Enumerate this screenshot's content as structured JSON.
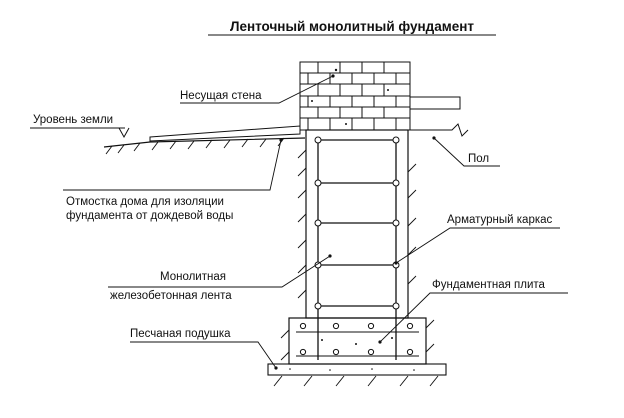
{
  "title": "Ленточный монолитный фундамент",
  "labels": {
    "bearing_wall": "Несущая стена",
    "ground_level": "Уровень земли",
    "blind_area_line1": "Отмостка дома для изоляции",
    "blind_area_line2": "фундамента от дождевой воды",
    "floor": "Пол",
    "rebar_cage": "Арматурный каркас",
    "strip_line1": "Монолитная",
    "strip_line2": "железобетонная лента",
    "slab": "Фундаментная плита",
    "sand_cushion": "Песчаная подушка"
  },
  "colors": {
    "line": "#111111",
    "background": "#ffffff"
  }
}
